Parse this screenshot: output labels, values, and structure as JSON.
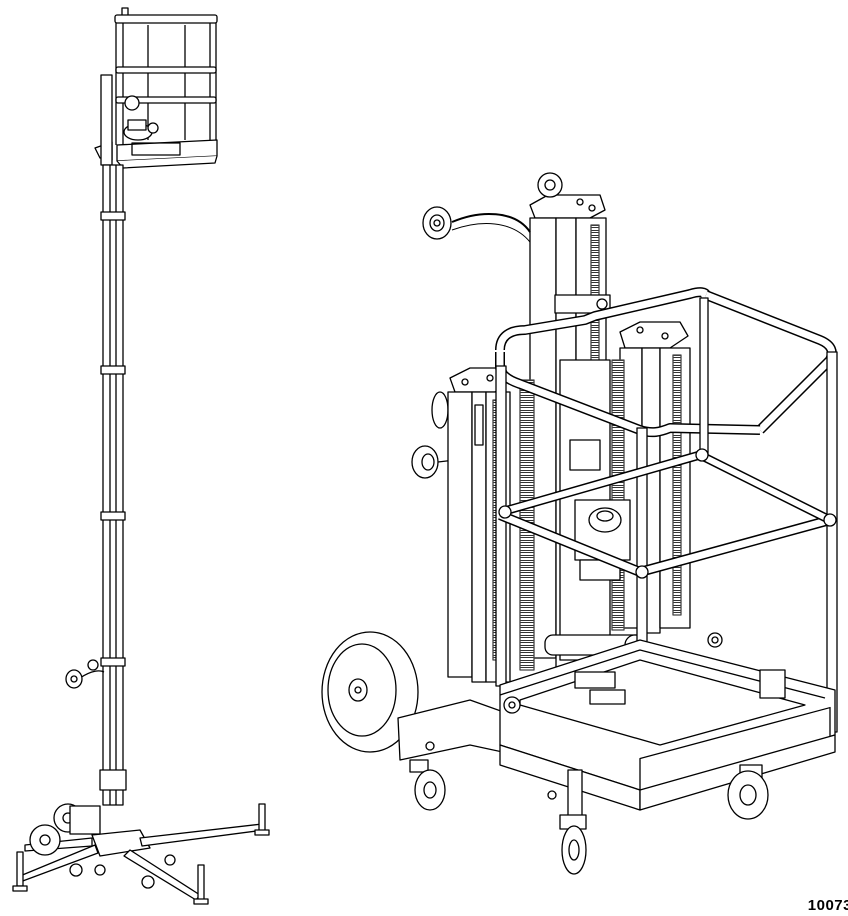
{
  "figure": {
    "part_number": "10073"
  },
  "colors": {
    "line": "#000000",
    "fill": "#ffffff",
    "rack": "#444444",
    "hatch": "#777777"
  },
  "icons": {
    "extended-lift": "vertical-mast-lift-raised",
    "stowed-lift": "vertical-mast-lift-stowed"
  }
}
